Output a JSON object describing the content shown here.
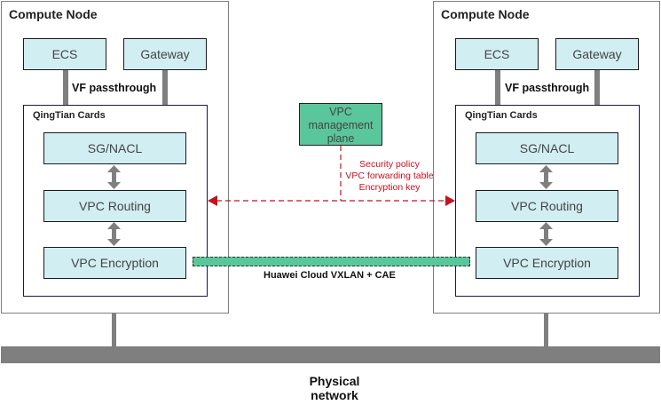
{
  "diagram": {
    "left_node": {
      "title": "Compute Node",
      "ecs": "ECS",
      "gateway": "Gateway",
      "vf_label": "VF passthrough",
      "cards_title": "QingTian Cards",
      "sg": "SG/NACL",
      "routing": "VPC Routing",
      "encryption": "VPC Encryption"
    },
    "right_node": {
      "title": "Compute Node",
      "ecs": "ECS",
      "gateway": "Gateway",
      "vf_label": "VF passthrough",
      "cards_title": "QingTian Cards",
      "sg": "SG/NACL",
      "routing": "VPC Routing",
      "encryption": "VPC Encryption"
    },
    "management": {
      "label_line1": "VPC",
      "label_line2": "management",
      "label_line3": "plane",
      "distributes": [
        "Security policy",
        "VPC forwarding table",
        "Encryption key"
      ]
    },
    "tunnel_label": "Huawei Cloud VXLAN + CAE",
    "physical_label_line1": "Physical",
    "physical_label_line2": "network",
    "colors": {
      "box_fill": "#d1eef3",
      "mgmt_fill": "#5ac69b",
      "control_line": "#c8101e",
      "bus": "#7f7f7f"
    }
  }
}
